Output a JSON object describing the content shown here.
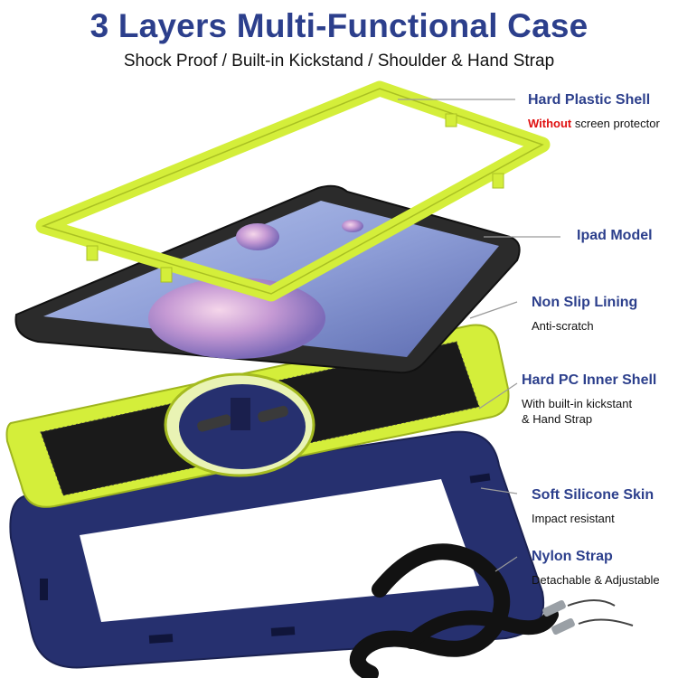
{
  "header": {
    "title": "3 Layers Multi-Functional Case",
    "subtitle": "Shock Proof / Built-in Kickstand / Shoulder & Hand Strap"
  },
  "colors": {
    "title": "#2c3f8c",
    "lime": "#d4ee3a",
    "navy": "#26306f",
    "warning": "#e01010"
  },
  "callouts": {
    "shell": {
      "title": "Hard Plastic Shell",
      "warn": "Without",
      "desc": " screen protector"
    },
    "ipad": {
      "title": "Ipad Model"
    },
    "lining": {
      "title": "Non Slip Lining",
      "desc": "Anti-scratch"
    },
    "inner": {
      "title": "Hard PC Inner Shell",
      "desc1": "With built-in kickstant",
      "desc2": "& Hand Strap"
    },
    "skin": {
      "title": "Soft Silicone Skin",
      "desc": "Impact resistant"
    },
    "strap": {
      "title": "Nylon Strap",
      "desc": "Detachable & Adjustable"
    }
  }
}
